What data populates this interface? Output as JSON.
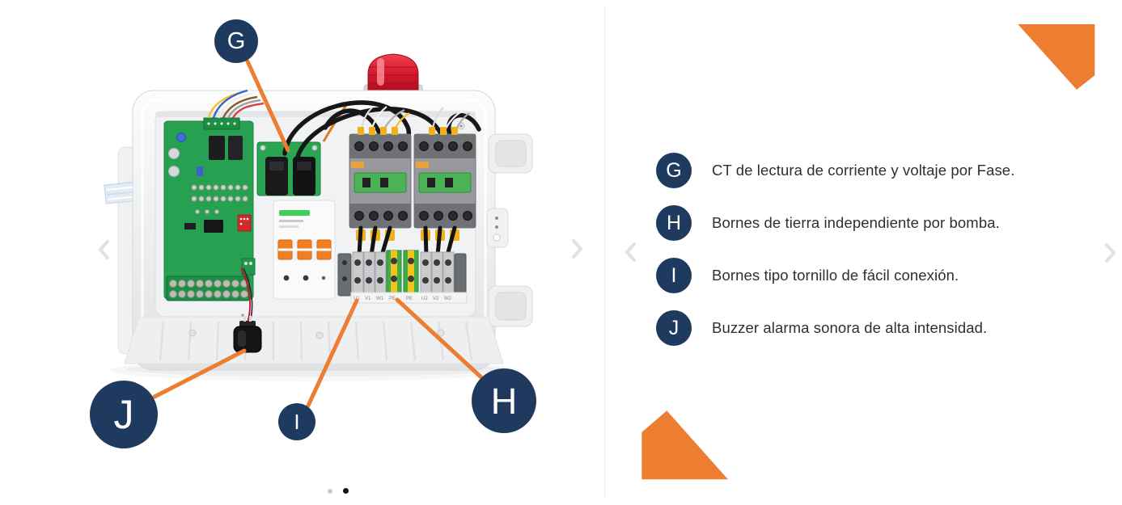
{
  "colors": {
    "accent_orange": "#ED7D31",
    "navy": "#1F3A5F",
    "text": "#2F2F2F",
    "chevron": "#E2E2E2",
    "dot_inactive": "#C9C9C9",
    "dot_active": "#111111"
  },
  "carousel": {
    "slide_count": 2,
    "active_slide": 2
  },
  "photo": {
    "callouts": [
      {
        "letter": "G"
      },
      {
        "letter": "H"
      },
      {
        "letter": "I"
      },
      {
        "letter": "J"
      }
    ],
    "terminal_labels": [
      "U1",
      "V1",
      "W1",
      "PE",
      "PE",
      "U2",
      "V2",
      "W2"
    ]
  },
  "legend": {
    "items": [
      {
        "letter": "G",
        "text": "CT de lectura de corriente y voltaje por Fase."
      },
      {
        "letter": "H",
        "text": "Bornes de tierra independiente por bomba."
      },
      {
        "letter": "I",
        "text": "Bornes tipo tornillo de fácil conexión."
      },
      {
        "letter": "J",
        "text": "Buzzer alarma sonora de alta intensidad."
      }
    ]
  }
}
